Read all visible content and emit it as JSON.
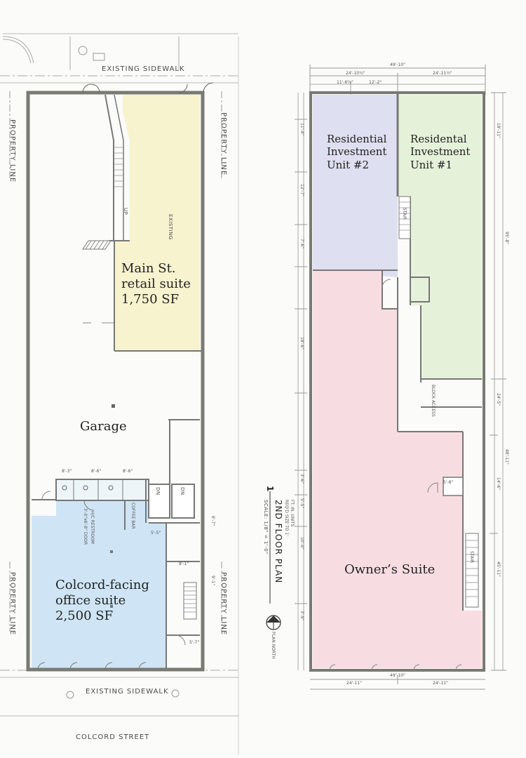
{
  "plan_left": {
    "existing_sidewalk_top": "EXISTING SIDEWALK",
    "existing_sidewalk_bottom": "EXISTING SIDEWALK",
    "property_line": "PROPERTY LINE",
    "street": "COLCORD STREET",
    "existing_note": "EXISTING",
    "up_note": "UP",
    "coffee_bar": "COFFEE BAR",
    "hc_restroom": "H/C RESTROOM",
    "door_note": "3'-0\"x6'-8\" DOOR",
    "dn": "DN",
    "spaces": {
      "retail": {
        "line1": "Main St.",
        "line2": "retail suite",
        "line3": "1,750 SF"
      },
      "garage": {
        "name": "Garage"
      },
      "office": {
        "line1": "Colcord-facing",
        "line2": "office suite",
        "line3": "2,500 SF"
      }
    },
    "dims": {
      "d1": "8'-3\"",
      "d2": "8'-6\"",
      "d3": "8'-6\"",
      "d4": "5'-5\"",
      "d5": "8'-1\"",
      "d6": "5'-7\"",
      "d7": "6'-7\"",
      "d8": "9'-1\""
    }
  },
  "plan_right": {
    "drawing_number": "1",
    "drawing_title": "2ND FLOOR PLAN",
    "scale": "SCALE: 1/8\" = 1'-0\"",
    "plan_north": "PLAN NORTH",
    "block_access": "BLOCK ACCESS",
    "stair_note": "STAIR",
    "note_line1": "REQ'D SIZE TO 1'",
    "note_line2": "FT. IN. UNITS",
    "spaces": {
      "unit2": {
        "line1": "Residential",
        "line2": "Investment",
        "line3": "Unit #2"
      },
      "unit1": {
        "line1": "Residental",
        "line2": "Investment",
        "line3": "Unit #1"
      },
      "owner": {
        "name": "Owner’s Suite"
      }
    },
    "dims": {
      "overall_top": "49'-10\"",
      "left_top": "24'-10½\"",
      "right_top": "24'-11½\"",
      "sub_left": "11'-6⅝\"",
      "sub_mid": "12'-2\"",
      "overall_bottom": "49'-10\"",
      "left_bottom": "24'-11\"",
      "right_bottom": "24'-11\"",
      "door": "5'-8\"",
      "v1": "11'-4\"",
      "v2": "12'-7\"",
      "v3": "7'-6\"",
      "v4": "18'-6\"",
      "v5": "3'-6\"",
      "v6": "5'-5\"",
      "v7": "10'-0\"",
      "v8": "3'-9\"",
      "r1": "18'-11\"",
      "r2": "95'-8\"",
      "r3": "24'-5\"",
      "r4": "48'-11\"",
      "r5": "14'-6\"",
      "r6": "45'-11\""
    }
  },
  "colors": {
    "retail": "#f7f3cf",
    "office": "#cfe5f5",
    "unit2": "#dedff0",
    "unit1": "#e6f1da",
    "owner": "#f7dde1",
    "wall": "#7a7a74"
  }
}
